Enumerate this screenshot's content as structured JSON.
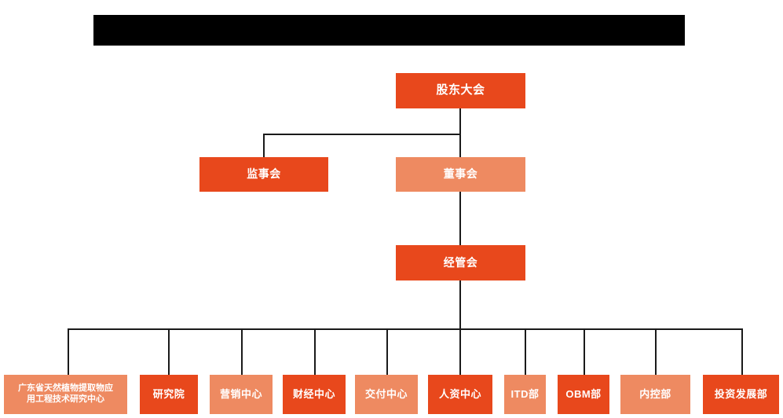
{
  "chart_title_bar": {
    "label": "redacted-title-bar",
    "text": ""
  },
  "colors": {
    "primary": "#E8481C",
    "secondary": "#EE8A61",
    "connector": "#1A1A1A",
    "background": "#FFFFFF",
    "redaction": "#000000",
    "node_text": "#FFFFFF"
  },
  "org_chart": {
    "type": "org-chart",
    "levels": [
      {
        "level": 1,
        "nodes": [
          {
            "id": "shareholders-meeting",
            "label": "股东大会",
            "style": "primary"
          }
        ]
      },
      {
        "level": 2,
        "nodes": [
          {
            "id": "board-of-supervisors",
            "label": "监事会",
            "style": "primary"
          },
          {
            "id": "board-of-directors",
            "label": "董事会",
            "style": "secondary"
          }
        ]
      },
      {
        "level": 3,
        "nodes": [
          {
            "id": "management-committee",
            "label": "经管会",
            "style": "primary"
          }
        ]
      },
      {
        "level": 4,
        "nodes": [
          {
            "id": "gd-plant-extract-center",
            "label": "广东省天然植物提取物应\n用工程技术研究中心",
            "line1": "广东省天然植物提取物应",
            "line2": "用工程技术研究中心",
            "style": "secondary"
          },
          {
            "id": "research-institute",
            "label": "研究院",
            "style": "primary"
          },
          {
            "id": "marketing-center",
            "label": "营销中心",
            "style": "secondary"
          },
          {
            "id": "finance-center",
            "label": "财经中心",
            "style": "primary"
          },
          {
            "id": "delivery-center",
            "label": "交付中心",
            "style": "secondary"
          },
          {
            "id": "hr-center",
            "label": "人资中心",
            "style": "primary"
          },
          {
            "id": "itd-department",
            "label": "ITD部",
            "style": "secondary"
          },
          {
            "id": "obm-department",
            "label": "OBM部",
            "style": "primary"
          },
          {
            "id": "internal-control-department",
            "label": "内控部",
            "style": "secondary"
          },
          {
            "id": "investment-development-department",
            "label": "投资发展部",
            "style": "primary"
          }
        ]
      }
    ]
  }
}
